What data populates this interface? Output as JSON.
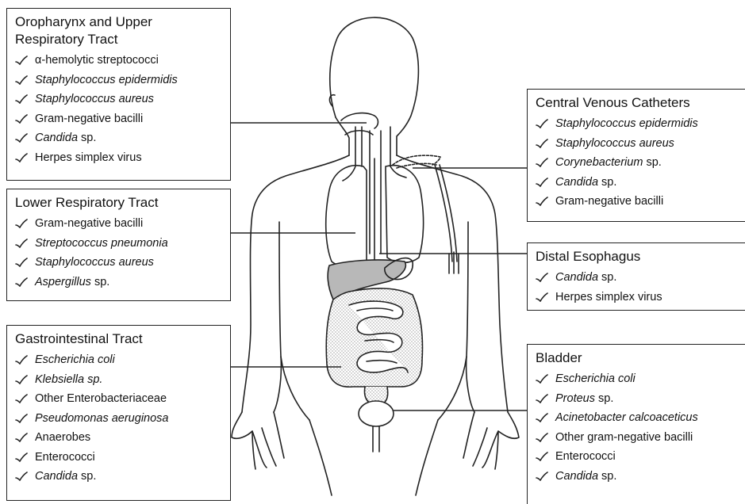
{
  "colors": {
    "line": "#222222",
    "liver": "#b8b8b8",
    "stippling": "#d4d4d4",
    "background": "#ffffff"
  },
  "icons": {
    "bullet": "check-mark-icon"
  },
  "boxes": {
    "oropharynx": {
      "title": "Oropharynx and Upper\nRespiratory Tract",
      "items": [
        {
          "italic": "",
          "normal": "α-hemolytic streptococci"
        },
        {
          "italic": "Staphylococcus epidermidis",
          "normal": ""
        },
        {
          "italic": "Staphylococcus aureus",
          "normal": ""
        },
        {
          "italic": "",
          "normal": "Gram-negative bacilli"
        },
        {
          "italic": "Candida",
          "normal": " sp."
        },
        {
          "italic": "",
          "normal": "Herpes simplex virus"
        }
      ]
    },
    "lower_resp": {
      "title": "Lower Respiratory Tract",
      "items": [
        {
          "italic": "",
          "normal": "Gram-negative bacilli"
        },
        {
          "italic": "Streptococcus pneumonia",
          "normal": ""
        },
        {
          "italic": "Staphylococcus aureus",
          "normal": ""
        },
        {
          "italic": "Aspergillus",
          "normal": " sp."
        }
      ]
    },
    "gi": {
      "title": "Gastrointestinal Tract",
      "items": [
        {
          "italic": "Escherichia coli",
          "normal": ""
        },
        {
          "italic": "Klebsiella sp.",
          "normal": ""
        },
        {
          "italic": "",
          "normal": "Other Enterobacteriaceae"
        },
        {
          "italic": "Pseudomonas aeruginosa",
          "normal": ""
        },
        {
          "italic": "",
          "normal": "Anaerobes"
        },
        {
          "italic": "",
          "normal": "Enterococci"
        },
        {
          "italic": "Candida",
          "normal": " sp."
        }
      ]
    },
    "cvc": {
      "title": "Central Venous Catheters",
      "items": [
        {
          "italic": "Staphylococcus epidermidis",
          "normal": ""
        },
        {
          "italic": "Staphylococcus aureus",
          "normal": ""
        },
        {
          "italic": "Corynebacterium",
          "normal": " sp."
        },
        {
          "italic": "Candida",
          "normal": " sp."
        },
        {
          "italic": "",
          "normal": "Gram-negative bacilli"
        }
      ]
    },
    "esophagus": {
      "title": "Distal Esophagus",
      "items": [
        {
          "italic": "Candida",
          "normal": " sp."
        },
        {
          "italic": "",
          "normal": "Herpes simplex virus"
        }
      ]
    },
    "bladder": {
      "title": "Bladder",
      "items": [
        {
          "italic": "Escherichia coli",
          "normal": ""
        },
        {
          "italic": "Proteus",
          "normal": " sp."
        },
        {
          "italic": "Acinetobacter calcoaceticus",
          "normal": ""
        },
        {
          "italic": "",
          "normal": "Other gram-negative bacilli"
        },
        {
          "italic": "",
          "normal": "Enterococci"
        },
        {
          "italic": "Candida",
          "normal": " sp."
        }
      ]
    }
  }
}
